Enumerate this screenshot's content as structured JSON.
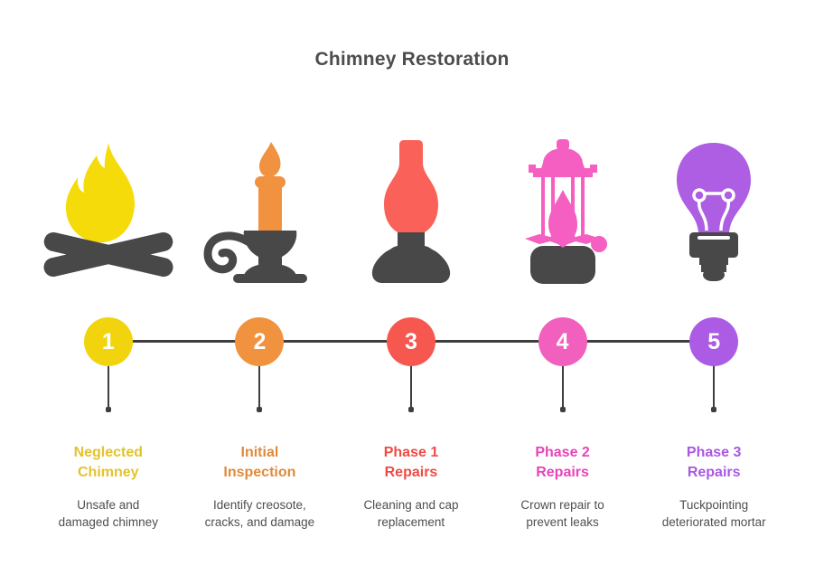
{
  "title": "Chimney Restoration",
  "colors": {
    "background": "#FFFFFF",
    "title_text": "#4D4D4D",
    "icon_dark": "#484848",
    "connector": "#3E3E3E",
    "description_text": "#4F4F4F",
    "flame_yellow": "#F6DB0A",
    "candle_orange": "#F09240",
    "lamp_red": "#FA6158",
    "lantern_pink": "#F55FC2",
    "bulb_purple": "#AD5EE2"
  },
  "timeline": {
    "connector_color": "#3E3E3E"
  },
  "phases": [
    {
      "number": "1",
      "icon": "campfire-icon",
      "accent": "#F2D40E",
      "heading_color": "#E3C32C",
      "heading_lines": [
        "Neglected",
        "Chimney"
      ],
      "description_lines": [
        "Unsafe and",
        "damaged chimney"
      ]
    },
    {
      "number": "2",
      "icon": "candlestick-icon",
      "accent": "#F0923E",
      "heading_color": "#E08A3C",
      "heading_lines": [
        "Initial",
        "Inspection"
      ],
      "description_lines": [
        "Identify creosote,",
        "cracks, and damage"
      ]
    },
    {
      "number": "3",
      "icon": "oil-lamp-icon",
      "accent": "#F65850",
      "heading_color": "#EF4B45",
      "heading_lines": [
        "Phase 1",
        "Repairs"
      ],
      "description_lines": [
        "Cleaning and cap",
        "replacement"
      ]
    },
    {
      "number": "4",
      "icon": "lantern-icon",
      "accent": "#F160BD",
      "heading_color": "#E844B8",
      "heading_lines": [
        "Phase 2",
        "Repairs"
      ],
      "description_lines": [
        "Crown repair to",
        "prevent leaks"
      ]
    },
    {
      "number": "5",
      "icon": "lightbulb-icon",
      "accent": "#AB5BE4",
      "heading_color": "#A958E3",
      "heading_lines": [
        "Phase 3",
        "Repairs"
      ],
      "description_lines": [
        "Tuckpointing",
        "deteriorated mortar"
      ]
    }
  ]
}
